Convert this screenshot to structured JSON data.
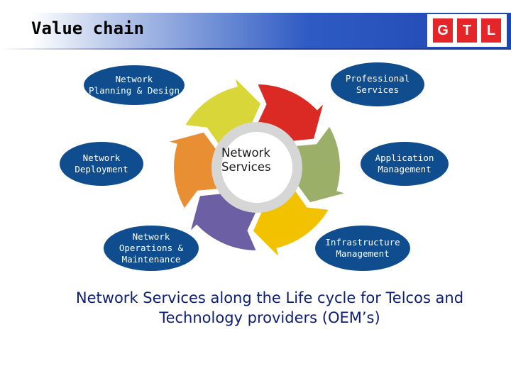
{
  "header": {
    "title": "Value chain",
    "logo_letters": [
      "G",
      "T",
      "L"
    ],
    "logo_color": "#e4262b",
    "bar_color": "#1f45b0"
  },
  "cycle": {
    "center_label": "Network\nServices",
    "arrow_colors": [
      "#d9d63a",
      "#db2a24",
      "#9caf68",
      "#f2c200",
      "#6d5fa4",
      "#e88f33"
    ],
    "ring_color": "#d6d6d6"
  },
  "nodes": {
    "network_planning": "Network\nPlanning & Design",
    "professional_services": "Professional\nServices",
    "network_deployment": "Network\nDeployment",
    "application_management": "Application\nManagement",
    "network_operations": "Network\nOperations &\nMaintenance",
    "infrastructure_management": "Infrastructure\nManagement",
    "node_color": "#0f4d8f"
  },
  "caption": "Network Services along the Life cycle for Telcos and\nTechnology providers (OEM’s)"
}
